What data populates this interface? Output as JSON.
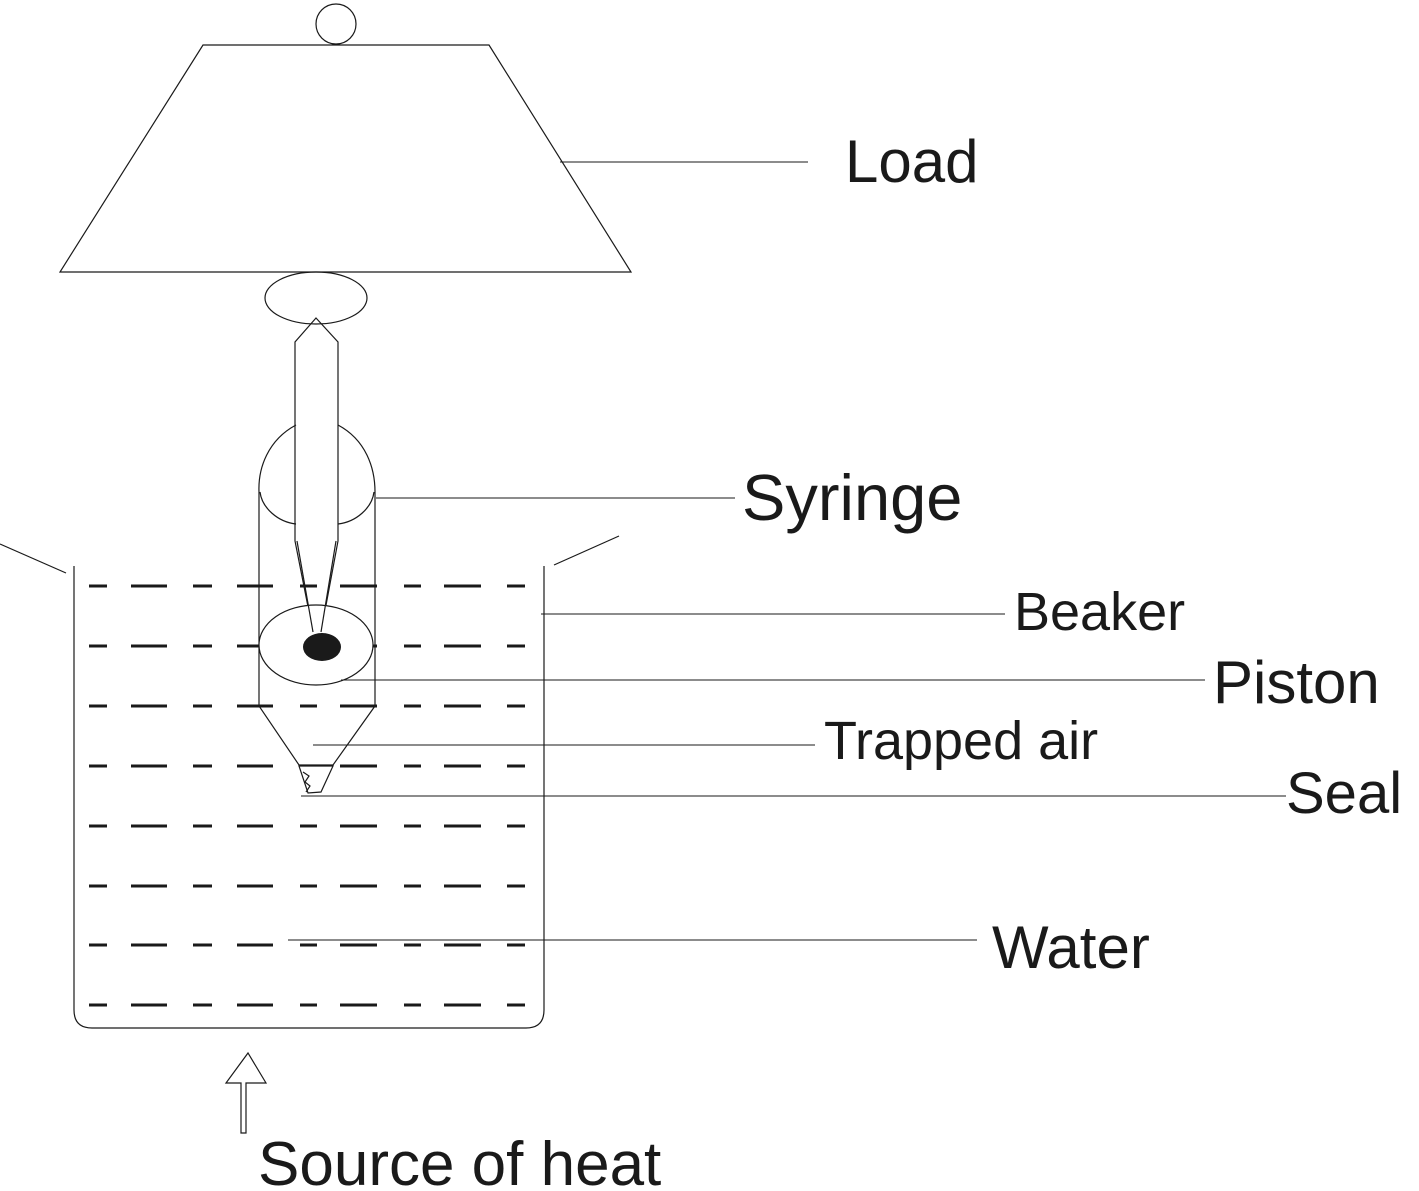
{
  "labels": {
    "load": "Load",
    "syringe": "Syringe",
    "beaker": "Beaker",
    "piston": "Piston",
    "trapped_air": "Trapped air",
    "seal": "Seal",
    "water": "Water",
    "heat_source": "Source of heat"
  },
  "colors": {
    "ink": "#1a1a1a",
    "background": "#ffffff"
  }
}
